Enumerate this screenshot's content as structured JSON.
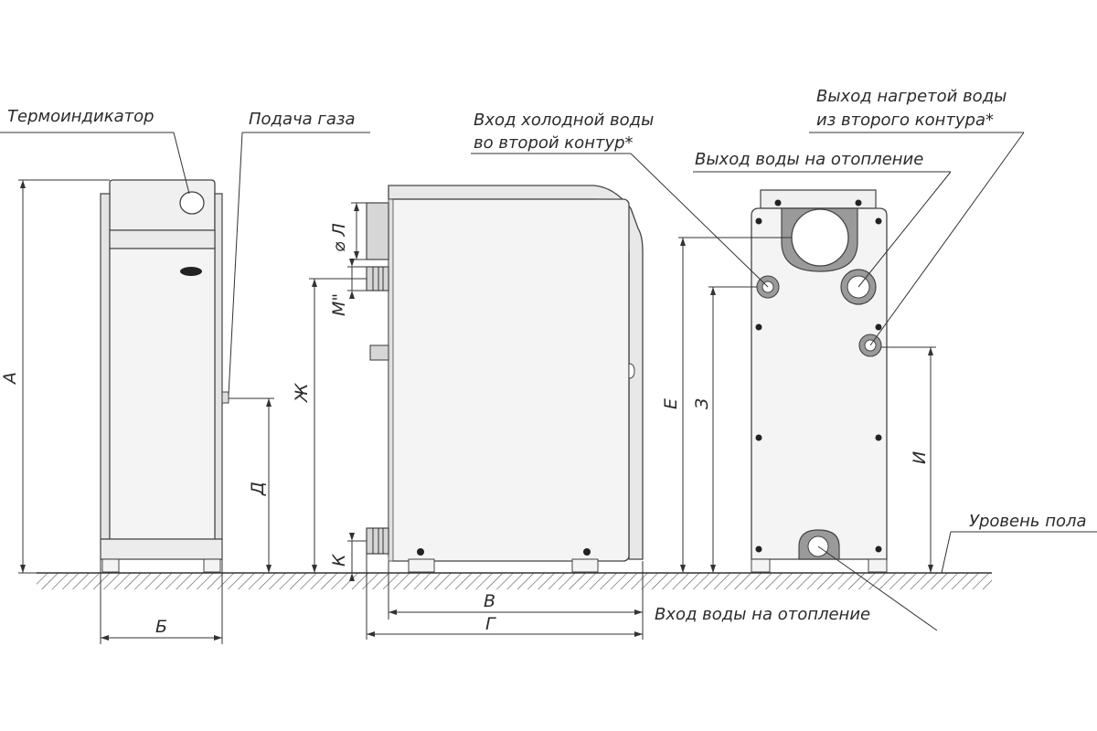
{
  "labels": {
    "thermo": "Термоиндикатор",
    "gas": "Подача газа",
    "cold_in_1": "Вход холодной воды",
    "cold_in_2": "во второй контур*",
    "hot_out_1": "Выход нагретой воды",
    "hot_out_2": "из второго контура*",
    "heat_out": "Выход воды на отопление",
    "floor": "Уровень пола",
    "heat_in": "Вход воды на отопление"
  },
  "dimensions": {
    "A": "А",
    "B": "Б",
    "V": "В",
    "G": "Г",
    "D": "Д",
    "E": "Е",
    "ZH": "Ж",
    "Z": "З",
    "I": "И",
    "K": "К",
    "L": "⌀ Л",
    "M": "М\""
  },
  "colors": {
    "body_fill": "#f2f2f2",
    "outline": "#444444",
    "pipe_fill": "#9a9a9a",
    "text": "#2b2b2b"
  }
}
